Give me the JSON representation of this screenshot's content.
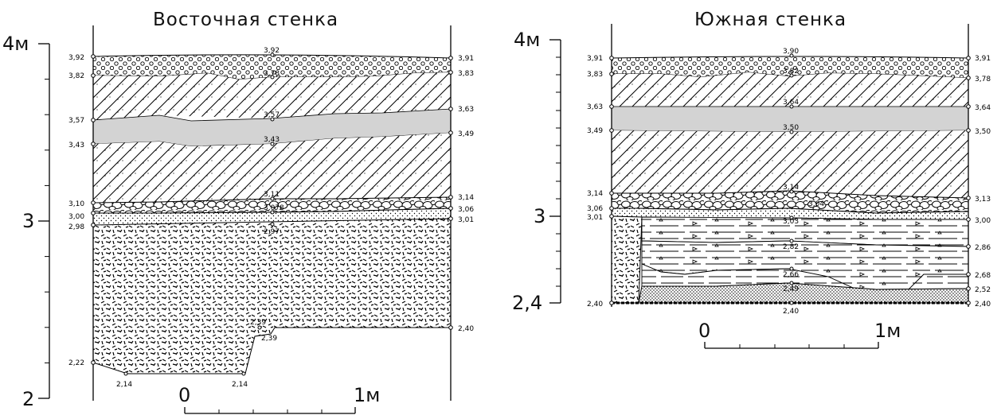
{
  "left": {
    "title": "Восточная стенка",
    "scale": {
      "top": "4м",
      "mid": "3",
      "bottom": "2"
    },
    "bar": {
      "zero": "0",
      "one": "1м"
    },
    "labels": {
      "l392": "3,92",
      "l382": "3,82",
      "l357": "3,57",
      "l343": "3,43",
      "l310": "3,10",
      "l300": "3,00",
      "l298": "2,98",
      "l222": "2,22",
      "r391": "3,91",
      "r383": "3,83",
      "r363": "3,63",
      "r349": "3,49",
      "r314": "3,14",
      "r306": "3,06",
      "r301": "3,01",
      "r240": "2,40",
      "c392": "3,92",
      "c378": "3,78",
      "c357": "3,57",
      "c343": "3,43",
      "c311": "3,11",
      "c3078": "3,078",
      "c297": "2,97",
      "c239a": "2,39",
      "c239b": "2,39",
      "b214a": "2,14",
      "b214b": "2,14"
    }
  },
  "right": {
    "title": "Южная стенка",
    "scale": {
      "top": "4м",
      "mid": "3",
      "bottom": "2,4"
    },
    "bar": {
      "zero": "0",
      "one": "1м"
    },
    "labels": {
      "l391": "3,91",
      "l383": "3,83",
      "l363": "3,63",
      "l349": "3,49",
      "l314": "3,14",
      "l306": "3,06",
      "l301": "3,01",
      "l240": "2,40",
      "r391": "3,91",
      "r378": "3,78",
      "r364": "3,64",
      "r350": "3,50",
      "r313": "3,13",
      "r300": "3,00",
      "r286": "2,86",
      "r268": "2,68",
      "r252": "2,52",
      "r240": "2,40",
      "c390": "3,90",
      "c382": "3,82",
      "c364": "3,64",
      "c350": "3,50",
      "c314": "3,14",
      "c304": "3,04",
      "c303": "3,03",
      "c282": "2,82",
      "c266": "2,66",
      "c249": "2,49",
      "c240": "2,40"
    }
  }
}
